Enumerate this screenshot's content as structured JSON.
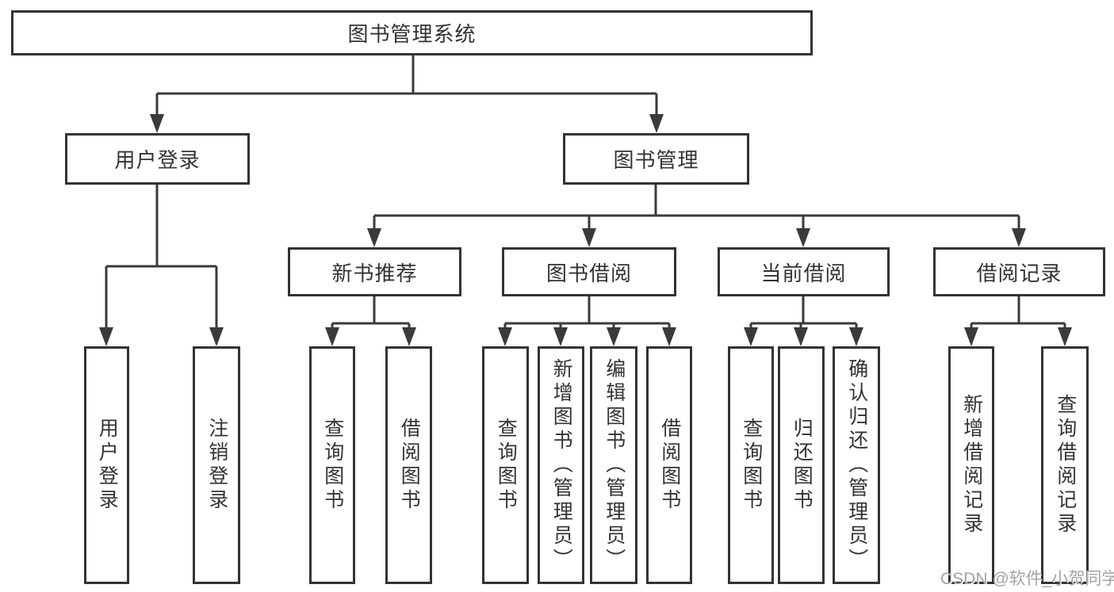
{
  "diagram": {
    "root": {
      "label": "图书管理系统"
    },
    "branches": [
      {
        "label": "用户登录",
        "children": [
          {
            "label": "用户登录"
          },
          {
            "label": "注销登录"
          }
        ]
      },
      {
        "label": "图书管理",
        "children": [
          {
            "label": "新书推荐",
            "children": [
              {
                "label": "查询图书"
              },
              {
                "label": "借阅图书"
              }
            ]
          },
          {
            "label": "图书借阅",
            "children": [
              {
                "label": "查询图书"
              },
              {
                "label": "新增图书（管理员）"
              },
              {
                "label": "编辑图书（管理员）"
              },
              {
                "label": "借阅图书"
              }
            ]
          },
          {
            "label": "当前借阅",
            "children": [
              {
                "label": "查询图书"
              },
              {
                "label": "归还图书"
              },
              {
                "label": "确认归还（管理员）"
              }
            ]
          },
          {
            "label": "借阅记录",
            "children": [
              {
                "label": "新增借阅记录"
              },
              {
                "label": "查询借阅记录"
              }
            ]
          }
        ]
      }
    ]
  },
  "watermark": {
    "text": "CSDN @软件_小贺同学"
  },
  "colors": {
    "line": "#3a3a3a",
    "box_border": "#333333",
    "text": "#333333",
    "watermark": "#a3a3a3",
    "background": "#ffffff"
  }
}
